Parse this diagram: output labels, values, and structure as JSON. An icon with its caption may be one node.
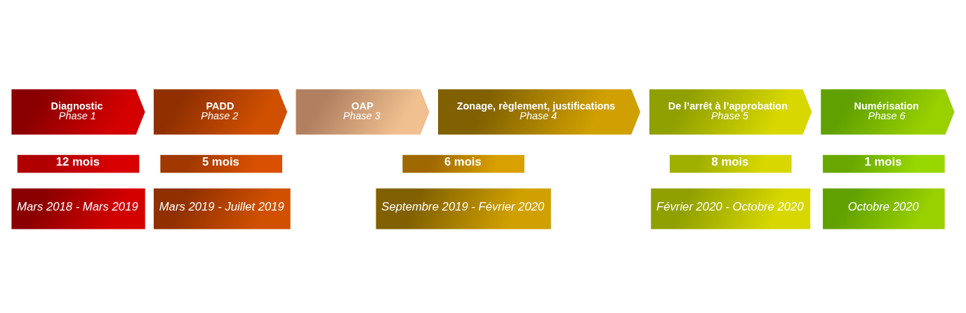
{
  "diagram": {
    "nodes": [
      {
        "text": [
          "Diagnostic",
          "Phase 1"
        ]
      },
      {
        "text": [
          "PADD",
          "Phase 2"
        ]
      },
      {
        "text": [
          "OAP",
          "Phase 3"
        ]
      },
      {
        "text": [
          "Zonage, règlement, justifications",
          "Phase 4"
        ]
      },
      {
        "text": [
          "De l’arrêt à l’approbation",
          "Phase 5"
        ]
      },
      {
        "text": [
          "Numérisation",
          "Phase 6"
        ]
      },
      {
        "text": [
          "12 mois"
        ]
      },
      {
        "text": [
          "5 mois"
        ]
      },
      {
        "text": [
          "6 mois"
        ]
      },
      {
        "text": [
          "8 mois"
        ]
      },
      {
        "text": [
          "1 mois"
        ]
      },
      {
        "text": [
          "Mars 2018 - Mars 2019"
        ]
      },
      {
        "text": [
          "Mars 2019 - Juillet 2019"
        ]
      },
      {
        "text": [
          "Septembre 2019 - Février 2020"
        ]
      },
      {
        "text": [
          "Février 2020 - Octobre 2020"
        ]
      },
      {
        "text": [
          "Octobre 2020"
        ]
      }
    ],
    "edges": []
  }
}
